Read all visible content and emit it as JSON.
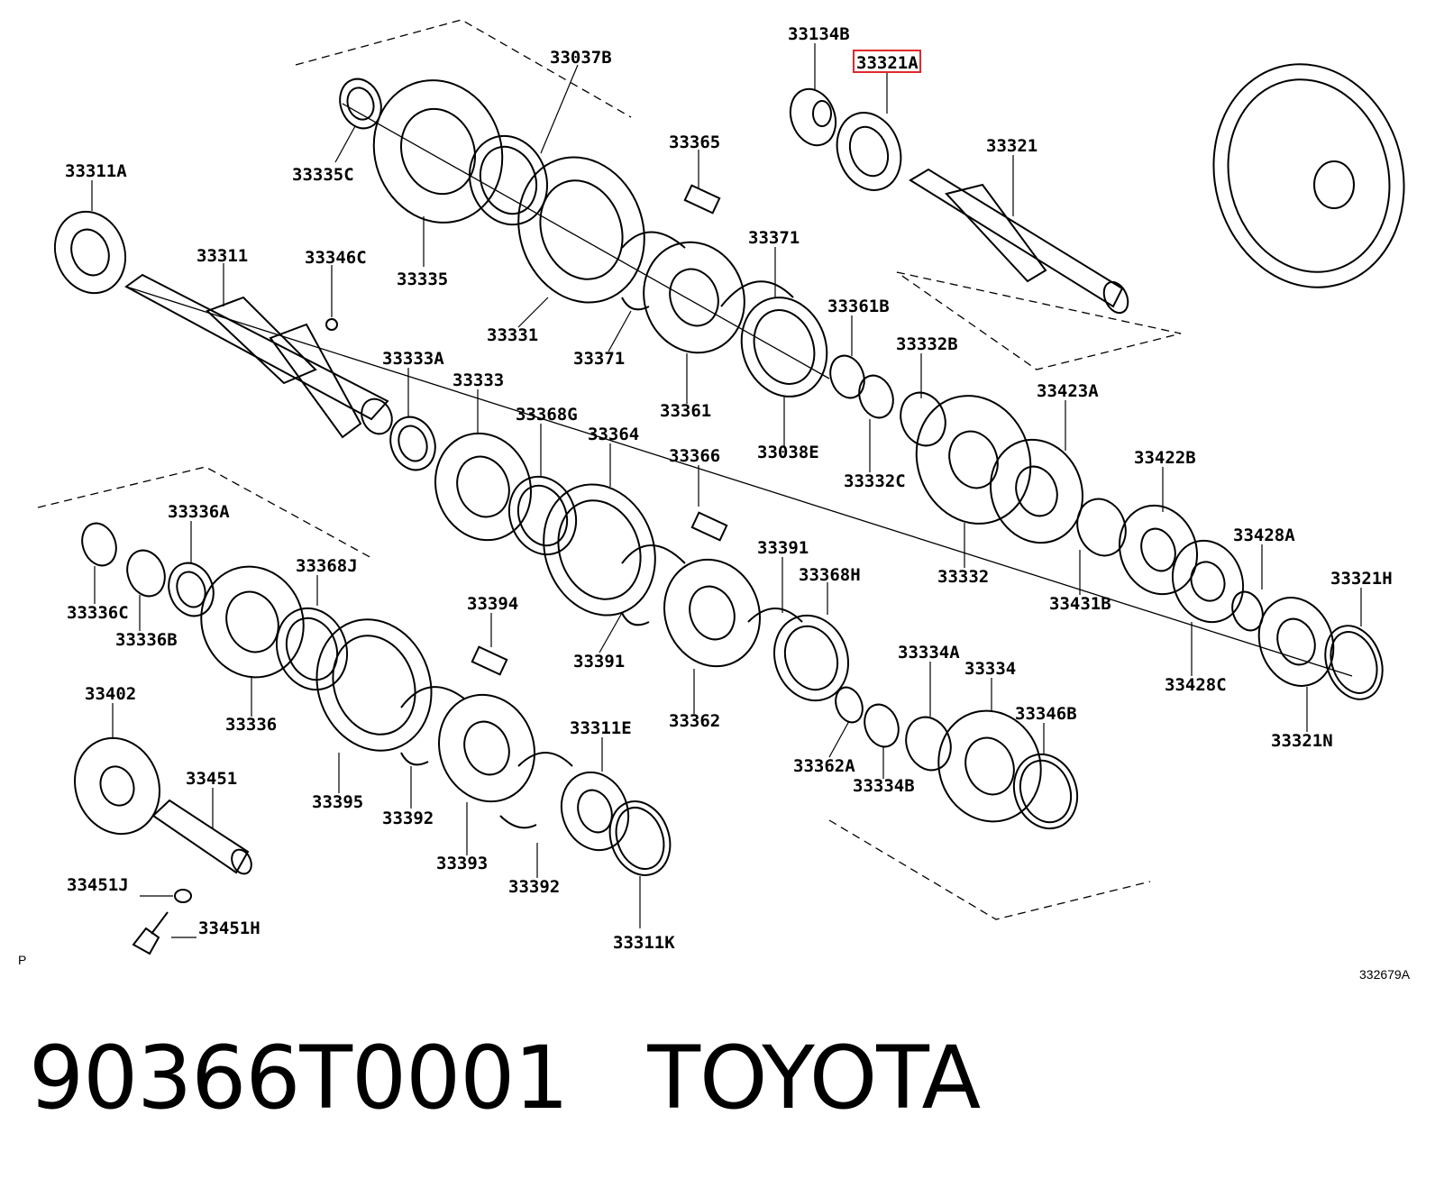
{
  "diagram": {
    "callouts": {
      "p33134B": "33134B",
      "p33321A": "33321A",
      "p33037B": "33037B",
      "p33365": "33365",
      "p33321": "33321",
      "p33311A": "33311A",
      "p33335C": "33335C",
      "p33371a": "33371",
      "p33311": "33311",
      "p33346C": "33346C",
      "p33335": "33335",
      "p33361B": "33361B",
      "p33331": "33331",
      "p33371b": "33371",
      "p33333A": "33333A",
      "p33332B": "33332B",
      "p33333": "33333",
      "p33423A": "33423A",
      "p33361": "33361",
      "p33368G": "33368G",
      "p33364": "33364",
      "p33038E": "33038E",
      "p33366": "33366",
      "p33422B": "33422B",
      "p33332C": "33332C",
      "p33336A": "33336A",
      "p33428A": "33428A",
      "p33391a": "33391",
      "p33368J": "33368J",
      "p33368H": "33368H",
      "p33332": "33332",
      "p33321H": "33321H",
      "p33431B": "33431B",
      "p33336C": "33336C",
      "p33394": "33394",
      "p33336B": "33336B",
      "p33334A": "33334A",
      "p33391b": "33391",
      "p33334": "33334",
      "p33428C": "33428C",
      "p33402": "33402",
      "p33362": "33362",
      "p33336": "33336",
      "p33311E": "33311E",
      "p33346B": "33346B",
      "p33321N": "33321N",
      "p33362A": "33362A",
      "p33451": "33451",
      "p33395": "33395",
      "p33334B": "33334B",
      "p33392a": "33392",
      "p33393": "33393",
      "p33451J": "33451J",
      "p33392b": "33392",
      "p33451H": "33451H",
      "p33311K": "33311K"
    },
    "corner_mark": "P",
    "figure_code": "332679A",
    "highlight_color": "#e0282c"
  },
  "caption": {
    "part_number": "90366T0001",
    "brand": "TOYOTA"
  }
}
